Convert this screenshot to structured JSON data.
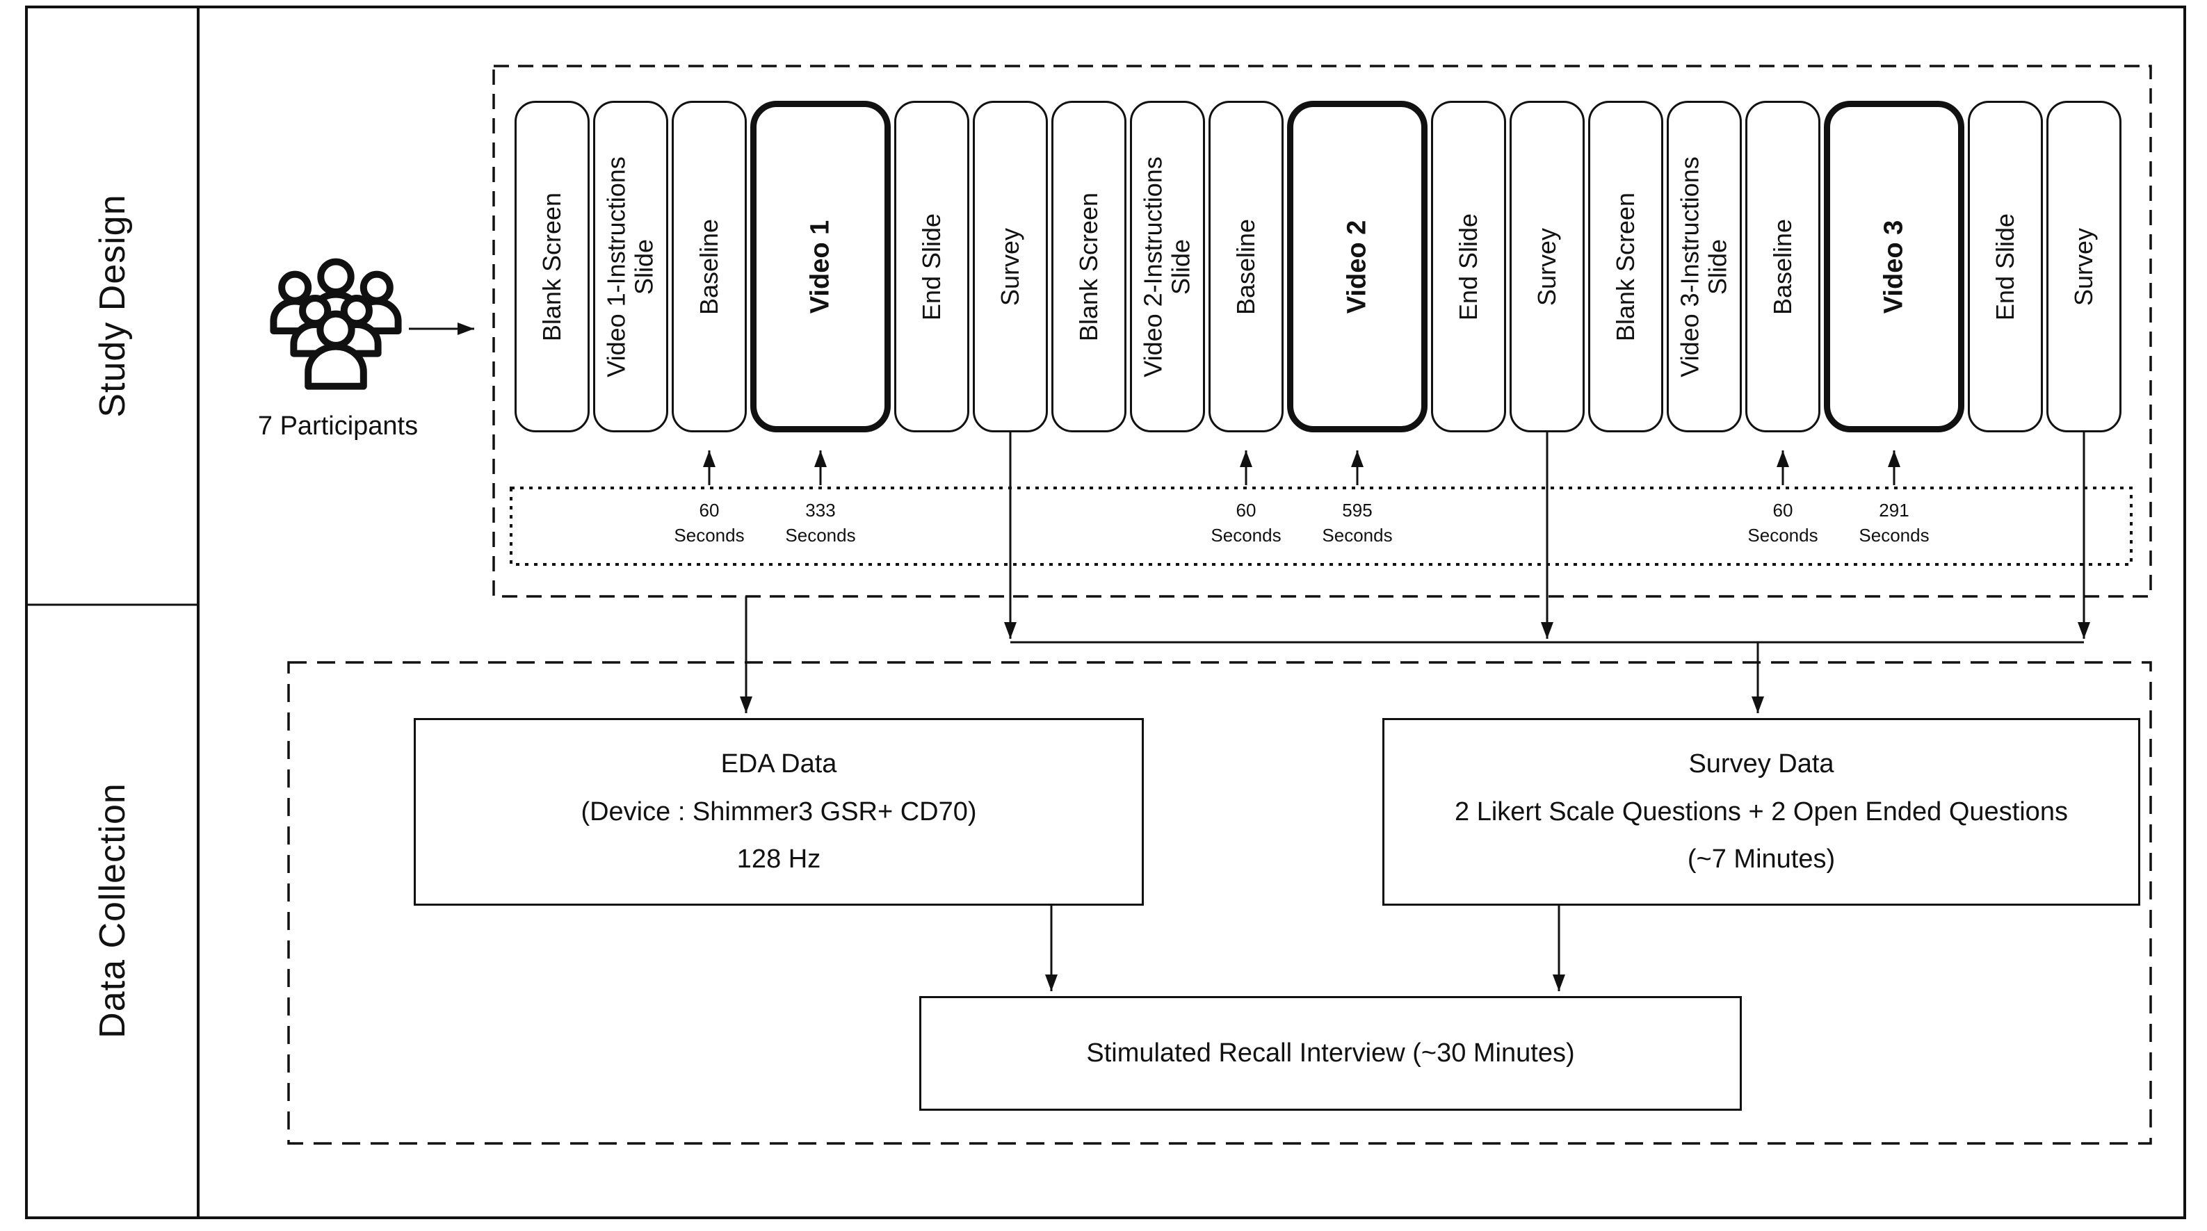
{
  "colors": {
    "ink": "#111111",
    "paper": "#ffffff"
  },
  "left_panel": {
    "study_design_label": "Study Design",
    "data_collection_label": "Data Collection"
  },
  "participants": {
    "label": "7 Participants",
    "icon": "people-group-icon"
  },
  "sequence": [
    {
      "label": "Blank Screen",
      "video": false
    },
    {
      "label": "Video 1-Instructions\nSlide",
      "video": false
    },
    {
      "label": "Baseline",
      "video": false
    },
    {
      "label": "Video 1",
      "video": true
    },
    {
      "label": "End Slide",
      "video": false
    },
    {
      "label": "Survey",
      "video": false
    },
    {
      "label": "Blank Screen",
      "video": false
    },
    {
      "label": "Video 2-Instructions\nSlide",
      "video": false
    },
    {
      "label": "Baseline",
      "video": false
    },
    {
      "label": "Video 2",
      "video": true
    },
    {
      "label": "End Slide",
      "video": false
    },
    {
      "label": "Survey",
      "video": false
    },
    {
      "label": "Blank Screen",
      "video": false
    },
    {
      "label": "Video 3-Instructions\nSlide",
      "video": false
    },
    {
      "label": "Baseline",
      "video": false
    },
    {
      "label": "Video 3",
      "video": true
    },
    {
      "label": "End Slide",
      "video": false
    },
    {
      "label": "Survey",
      "video": false
    }
  ],
  "timings": [
    {
      "value": "60",
      "unit": "Seconds",
      "target": "Baseline"
    },
    {
      "value": "333",
      "unit": "Seconds",
      "target": "Video 1"
    },
    {
      "value": "60",
      "unit": "Seconds",
      "target": "Baseline"
    },
    {
      "value": "595",
      "unit": "Seconds",
      "target": "Video 2"
    },
    {
      "value": "60",
      "unit": "Seconds",
      "target": "Baseline"
    },
    {
      "value": "291",
      "unit": "Seconds",
      "target": "Video 3"
    }
  ],
  "data_collection": {
    "eda_box": {
      "lines": [
        "EDA Data",
        "(Device : Shimmer3 GSR+ CD70)",
        "128 Hz"
      ]
    },
    "survey_box": {
      "lines": [
        "Survey Data",
        "2 Likert Scale Questions + 2 Open Ended Questions",
        "(~7 Minutes)"
      ]
    },
    "interview_box": {
      "lines": [
        "Stimulated Recall Interview (~30 Minutes)"
      ]
    }
  },
  "connections": [
    {
      "from": "participants",
      "to": "sequence"
    },
    {
      "from": "duration-labels",
      "to": "baseline-and-video-steps"
    },
    {
      "from": "survey-steps",
      "to": "survey-data-box"
    },
    {
      "from": "study-design-block",
      "to": "eda-data-box"
    },
    {
      "from": "eda-data-box",
      "to": "interview-box"
    },
    {
      "from": "survey-data-box",
      "to": "interview-box"
    }
  ]
}
